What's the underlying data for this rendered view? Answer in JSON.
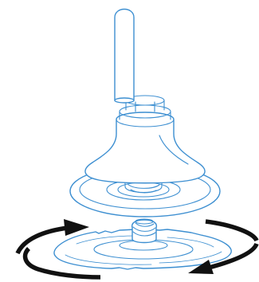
{
  "diagram": {
    "subject": "roloc-disc-holder-with-spindle",
    "colors": {
      "line": "#3d8fd1",
      "arrow": "#111111",
      "recess_fill": "#b3b3b3",
      "background": "#ffffff"
    },
    "rotation_arrows": {
      "count": 2,
      "direction": "clockwise"
    },
    "parts": [
      "spindle-shank",
      "holder-hub",
      "backing-pad",
      "threaded-recess",
      "abrasive-disc",
      "threaded-button"
    ]
  }
}
